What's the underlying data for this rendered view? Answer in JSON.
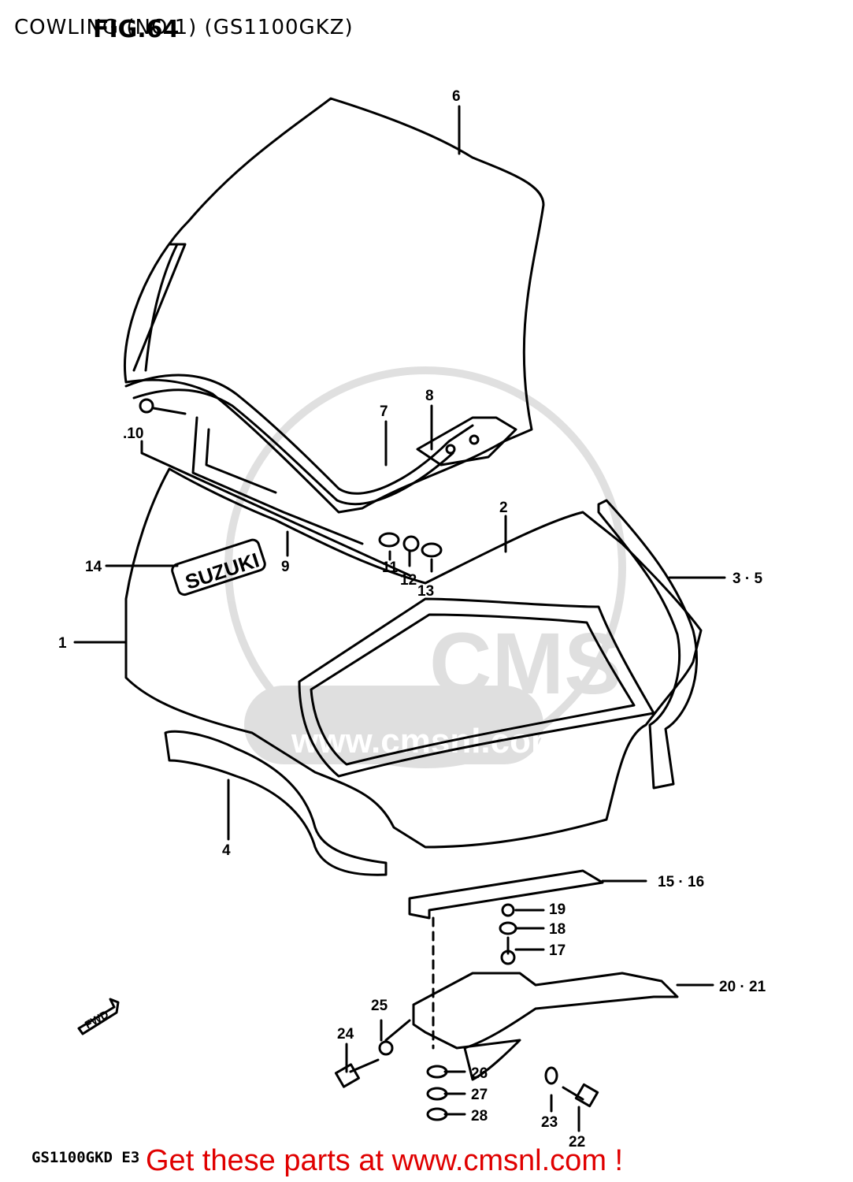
{
  "header": {
    "title": "COWLING (NO.1) (GS1100GKZ)",
    "figure": "FIG.64"
  },
  "labels": {
    "l1": "1",
    "l2": "2",
    "l3_5": "3 · 5",
    "l4": "4",
    "l6": "6",
    "l7": "7",
    "l8": "8",
    "l9": "9",
    "l10": ".10",
    "l11": "11",
    "l12": "12",
    "l13": "13",
    "l14": "14",
    "l15_16": "15 · 16",
    "l17": "17",
    "l18": "18",
    "l19": "19",
    "l20_21": "20 · 21",
    "l22": "22",
    "l23": "23",
    "l24": "24",
    "l25": "25",
    "l26": "26",
    "l27": "27",
    "l28": "28"
  },
  "emblem_text": "SUZUKI",
  "fwd_text": "FWD",
  "watermark": {
    "text": "CMS",
    "url": "www.cmsnl.com"
  },
  "footer": {
    "model_code": "GS1100GKD E3",
    "cta": "Get these parts at www.cmsnl.com !",
    "cta_color": "#e00000"
  }
}
